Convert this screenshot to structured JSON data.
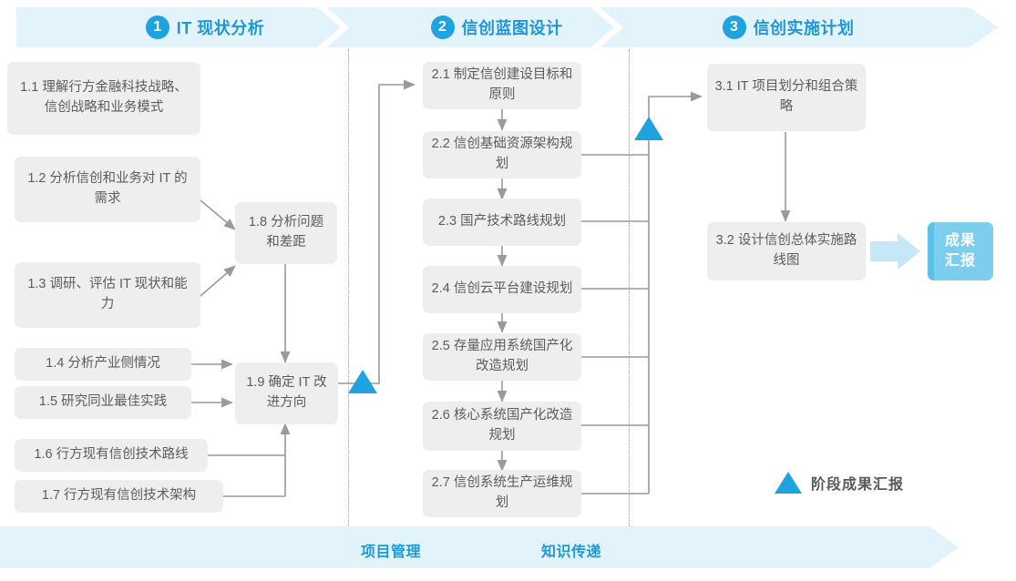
{
  "header": {
    "stages": [
      {
        "num": "1",
        "label": "IT 现状分析"
      },
      {
        "num": "2",
        "label": "信创蓝图设计"
      },
      {
        "num": "3",
        "label": "信创实施计划"
      }
    ]
  },
  "footer": {
    "labels": [
      "项目管理",
      "知识传递"
    ]
  },
  "legend": {
    "milestone_label": "阶段成果汇报"
  },
  "result": {
    "line1": "成果",
    "line2": "汇报"
  },
  "phase1": {
    "items": [
      {
        "id": "1.1",
        "text": "1.1 理解行方金融科技战略、信创战略和业务模式"
      },
      {
        "id": "1.2",
        "text": "1.2 分析信创和业务对 IT 的需求"
      },
      {
        "id": "1.3",
        "text": "1.3 调研、评估 IT 现状和能力"
      },
      {
        "id": "1.4",
        "text": "1.4 分析产业侧情况"
      },
      {
        "id": "1.5",
        "text": "1.5 研究同业最佳实践"
      },
      {
        "id": "1.6",
        "text": "1.6 行方现有信创技术路线"
      },
      {
        "id": "1.7",
        "text": "1.7 行方现有信创技术架构"
      },
      {
        "id": "1.8",
        "text": "1.8 分析问题和差距"
      },
      {
        "id": "1.9",
        "text": "1.9 确定 IT 改进方向"
      }
    ]
  },
  "phase2": {
    "items": [
      {
        "id": "2.1",
        "text": "2.1 制定信创建设目标和原则"
      },
      {
        "id": "2.2",
        "text": "2.2 信创基础资源架构规划"
      },
      {
        "id": "2.3",
        "text": "2.3 国产技术路线规划"
      },
      {
        "id": "2.4",
        "text": "2.4 信创云平台建设规划"
      },
      {
        "id": "2.5",
        "text": "2.5 存量应用系统国产化改造规划"
      },
      {
        "id": "2.6",
        "text": "2.6 核心系统国产化改造规划"
      },
      {
        "id": "2.7",
        "text": "2.7 信创系统生产运维规划"
      }
    ]
  },
  "phase3": {
    "items": [
      {
        "id": "3.1",
        "text": "3.1 IT 项目划分和组合策略"
      },
      {
        "id": "3.2",
        "text": "3.2 设计信创总体实施路线图"
      }
    ]
  },
  "colors": {
    "banner": "#e3f3fb",
    "accent": "#1ea2e0",
    "stage_text": "#2196d6",
    "box_bg": "#eeeeee",
    "box_text": "#5c5c5c",
    "result_bg": "#7ccdee",
    "wire": "#9a9a9a"
  }
}
